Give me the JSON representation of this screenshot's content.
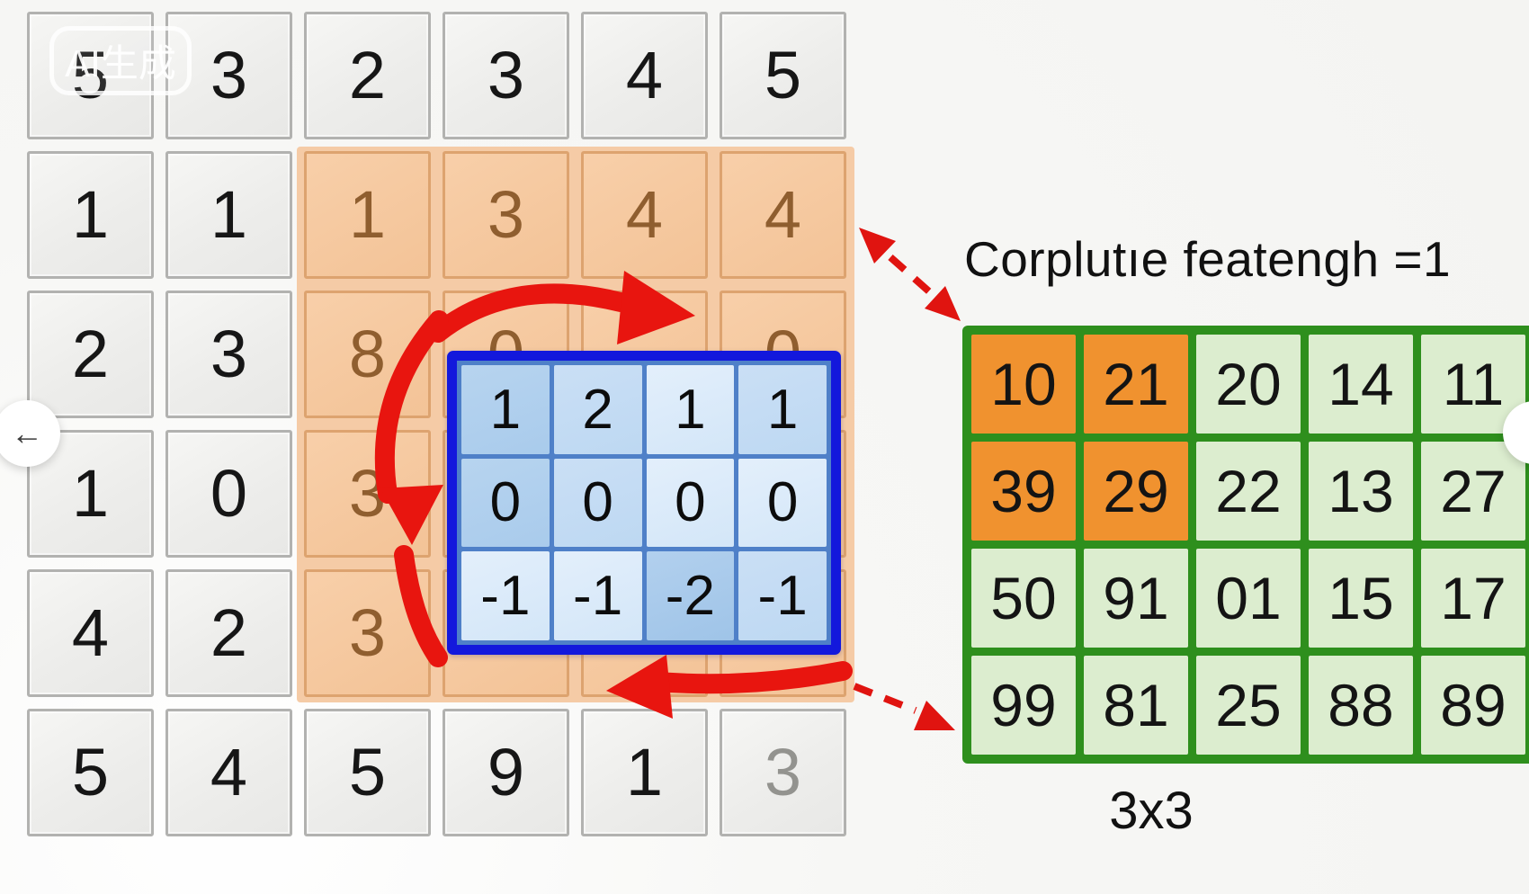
{
  "watermark": {
    "label": "AI生成"
  },
  "nav": {
    "back_icon": "←"
  },
  "input_grid": {
    "rows": [
      [
        {
          "v": "5"
        },
        {
          "v": "3"
        },
        {
          "v": "2"
        },
        {
          "v": "3"
        },
        {
          "v": "4"
        },
        {
          "v": "5"
        }
      ],
      [
        {
          "v": "1"
        },
        {
          "v": "1"
        },
        {
          "v": "1",
          "c": "o"
        },
        {
          "v": "3",
          "c": "o"
        },
        {
          "v": "4",
          "c": "o"
        },
        {
          "v": "4",
          "c": "o"
        }
      ],
      [
        {
          "v": "2"
        },
        {
          "v": "3"
        },
        {
          "v": "8",
          "c": "o"
        },
        {
          "v": "0",
          "c": "o"
        },
        {
          "v": "",
          "c": "o"
        },
        {
          "v": "0",
          "c": "o"
        }
      ],
      [
        {
          "v": "1"
        },
        {
          "v": "0"
        },
        {
          "v": "3",
          "c": "o"
        },
        {
          "v": "",
          "c": "o"
        },
        {
          "v": "",
          "c": "o"
        },
        {
          "v": "",
          "c": "o"
        }
      ],
      [
        {
          "v": "4"
        },
        {
          "v": "2"
        },
        {
          "v": "3",
          "c": "o"
        },
        {
          "v": "",
          "c": "o"
        },
        {
          "v": "",
          "c": "o"
        },
        {
          "v": "",
          "c": "o"
        }
      ],
      [
        {
          "v": "5"
        },
        {
          "v": "4"
        },
        {
          "v": "5"
        },
        {
          "v": "9"
        },
        {
          "v": "1"
        },
        {
          "v": "3",
          "muted": true
        }
      ]
    ]
  },
  "kernel": {
    "values": [
      [
        "1",
        "2",
        "1",
        "1"
      ],
      [
        "0",
        "0",
        "0",
        "0"
      ],
      [
        "-1",
        "-1",
        "-2",
        "-1"
      ]
    ]
  },
  "output_matrix": {
    "title": "Corplutıe featengh =1",
    "values": [
      [
        "10",
        "21",
        "20",
        "14",
        "11"
      ],
      [
        "39",
        "29",
        "22",
        "13",
        "27"
      ],
      [
        "50",
        "91",
        "01",
        "15",
        "17"
      ],
      [
        "99",
        "81",
        "25",
        "88",
        "89"
      ]
    ],
    "highlighted": [
      [
        0,
        0
      ],
      [
        0,
        1
      ],
      [
        1,
        0
      ],
      [
        1,
        1
      ]
    ],
    "size_label": "3x3"
  },
  "colors": {
    "input_highlight": "#f5cba6",
    "output_highlight": "#f0922f",
    "kernel_border": "#1318dc",
    "output_border": "#2e8f1d",
    "arrow_red": "#e8150f"
  }
}
